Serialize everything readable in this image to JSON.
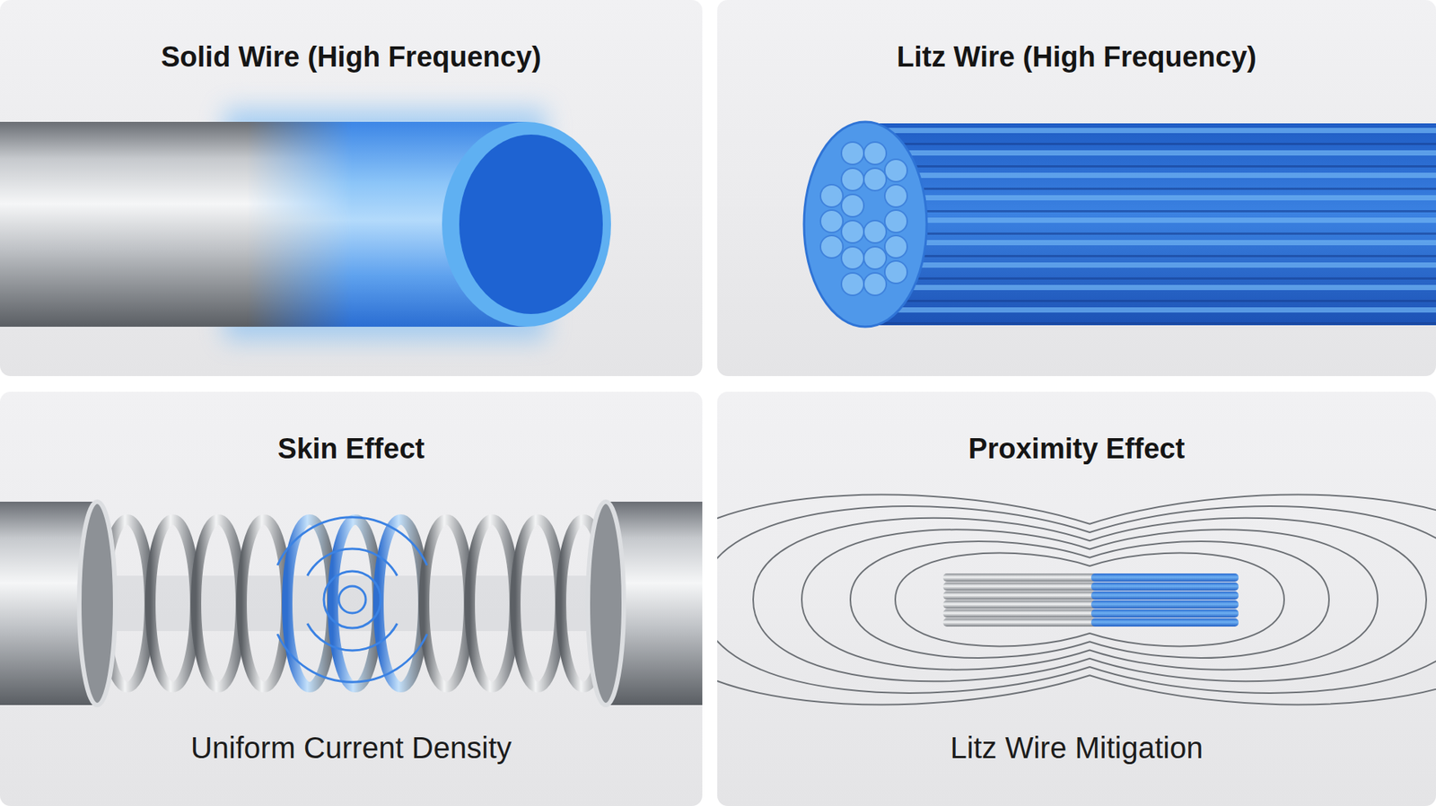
{
  "diagram": {
    "nodes": [
      {
        "text": [
          "Solid Wire (High Frequency)"
        ]
      },
      {
        "text": [
          "Litz Wire (High Frequency)"
        ]
      },
      {
        "text": [
          "Skin Effect",
          "Uniform Current Density"
        ]
      },
      {
        "text": [
          "Proximity Effect",
          "Litz Wire Mitigation"
        ]
      }
    ]
  }
}
